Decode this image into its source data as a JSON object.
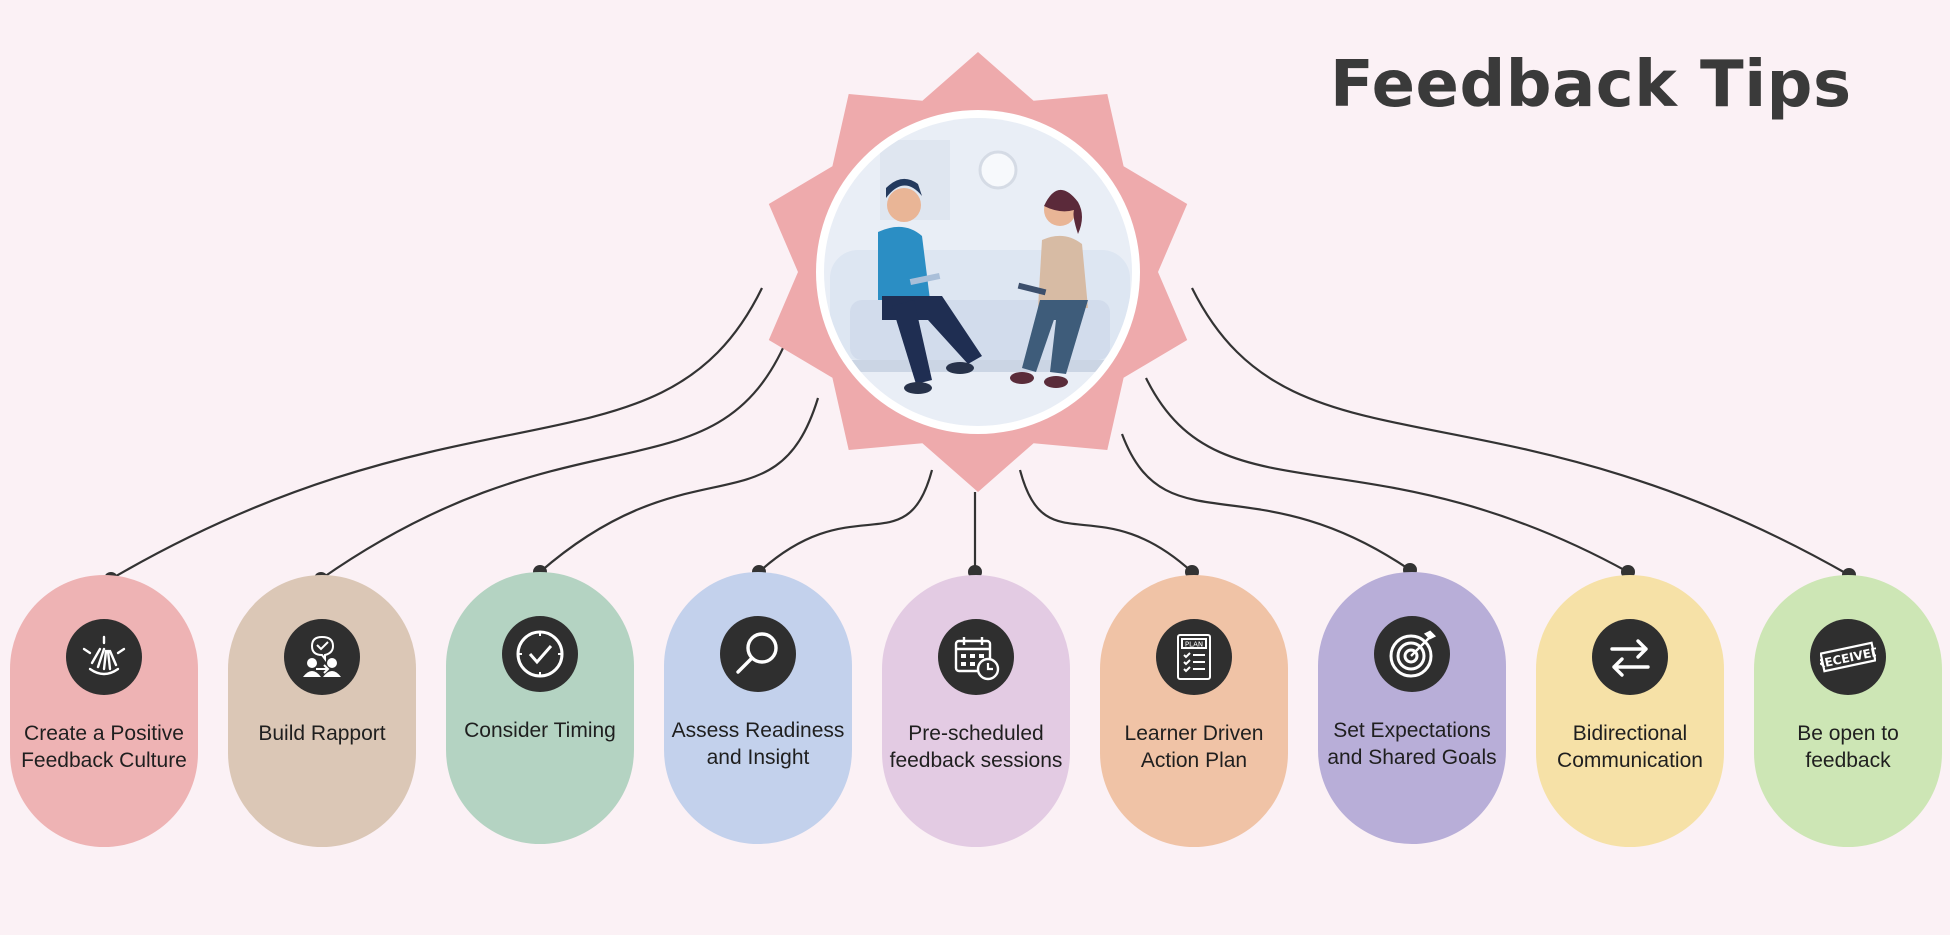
{
  "title": "Feedback Tips",
  "tips": [
    {
      "label": "Create a Positive Feedback Culture",
      "icon": "hands-together-icon",
      "color": "#eeb3b4"
    },
    {
      "label": "Build Rapport",
      "icon": "team-rapport-icon",
      "color": "#dbc7b6"
    },
    {
      "label": "Consider Timing",
      "icon": "clock-check-icon",
      "color": "#b4d3c2"
    },
    {
      "label": "Assess Readiness and Insight",
      "icon": "magnifier-icon",
      "color": "#c3d1ec"
    },
    {
      "label": "Pre-scheduled feedback sessions",
      "icon": "calendar-clock-icon",
      "color": "#e3cbe3"
    },
    {
      "label": "Learner Driven Action Plan",
      "icon": "plan-checklist-icon",
      "color": "#f0c3a6"
    },
    {
      "label": "Set Expectations and Shared Goals",
      "icon": "target-icon",
      "color": "#b8aed8"
    },
    {
      "label": "Bidirectional Communication",
      "icon": "two-way-arrows-icon",
      "color": "#f6e1a7"
    },
    {
      "label": "Be open to feedback",
      "icon": "received-stamp-icon",
      "color": "#cde6b5",
      "stamp": "RECEIVED"
    }
  ],
  "center": {
    "icon": "conversation-illustration",
    "badge_color": "#eeaaac"
  },
  "plan_word": "PLAN"
}
